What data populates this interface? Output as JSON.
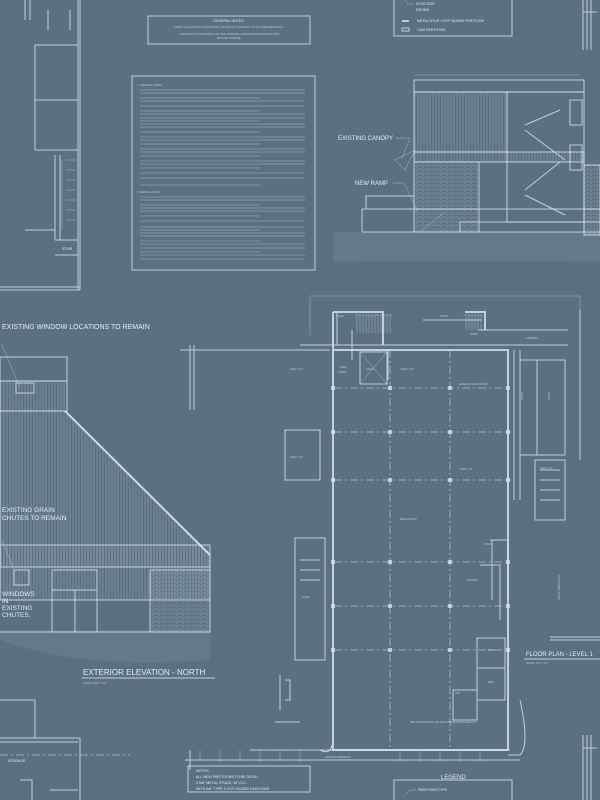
{
  "colors": {
    "background": "#5a7185",
    "linework": "#d6e0ea"
  },
  "general_notes": {
    "title": "GENERAL NOTES:",
    "lines": [
      "VERIFY ALL EXISTING CONDITIONS, AND NOTIFY ARCHITECT OF ANY DISCREPANCIES.",
      "CONTRACTOR TO PROTECT ALL NON-WORKING AREAS FROM CONSTRUCTION",
      "RELATED DAMAGE."
    ]
  },
  "legend_top": {
    "items": [
      "STUD SIZE",
      "RATING",
      "METAL STUD / GYP. BOARD PARTITION",
      "CMU PARTITION"
    ]
  },
  "spec_sheet": {
    "heading_1": "1. GENERAL NOTES",
    "heading_2": "2. DESIGN LOADS"
  },
  "east_elevation": {
    "canopy_label": "EXISTING CANOPY",
    "ramp_label": "NEW RAMP"
  },
  "north_elevation": {
    "window_note": "EXISTING WINDOW LOCATIONS TO REMAIN",
    "chute_note": [
      "EXISTING GRAIN",
      "CHUTES TO REMAIN"
    ],
    "window_note_2": [
      "WINDOWS",
      "IN",
      "EXISTING",
      "CHUTES."
    ],
    "title": "EXTERIOR ELEVATION - NORTH",
    "scale": "SCALE: 3/32\" = 1'-0\""
  },
  "floor_plan": {
    "title": "FLOOR PLAN - LEVEL 1",
    "scale": "SCALE: 1/8\" = 1'-0\"",
    "labels": {
      "stair": "STAIR",
      "ramp": "RAMP",
      "landing": "LANDING",
      "elev_lobby": [
        "ELEV.",
        "LOBBY"
      ],
      "elev": "ELEV.",
      "elev_a": "ELEV: 3'-6\"",
      "elev_b": "ELEV: 6'-0\"",
      "elev_c": "ELEV: 3'-6\"",
      "elev_d": "ELEV: 3'-6\"",
      "elev_e": "ELEV: 0'-0\"",
      "slab_note": "EDGE OF SLAB ABOVE",
      "mercantile": "MERCANTILE",
      "cashier": "CASHIER",
      "women": "WMN",
      "men": "MEN",
      "jan": "JAN",
      "accessible_ramp": "ACCESSIBLE RAMP",
      "landscape_note": "SEE LANDSCAPE PLAN FOR STREETSCAPE DESIGN",
      "sidewalk": "EXISTING SIDEWALK"
    }
  },
  "notes_bottom": {
    "title": "NOTES:",
    "lines": [
      "ALL NEW PARTITIONS TO BE 25 GA.,",
      "3 5/8\" METAL STUDS, 16\" O.C.",
      "WITH 5/8\" TYPE X GYP. BOARD EACH SIDE"
    ]
  },
  "legend_bottom": {
    "title": "LEGEND",
    "item": "PARTITION TYPE"
  },
  "storage_label": "STORAGE"
}
